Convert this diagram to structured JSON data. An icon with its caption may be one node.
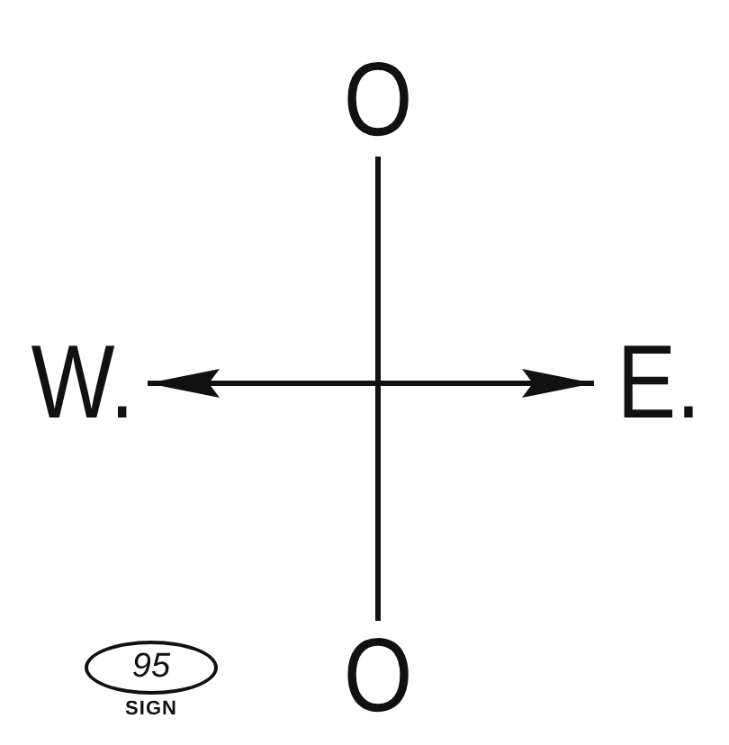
{
  "diagram": {
    "nodes": [
      {
        "text": [
          "O"
        ]
      },
      {
        "text": [
          "O"
        ]
      },
      {
        "text": [
          "W."
        ]
      },
      {
        "text": [
          "E."
        ]
      }
    ],
    "edges": [
      {
        "from": 0,
        "to": 1,
        "arrow": "none"
      },
      {
        "from": 2,
        "to": 3,
        "arrow": "both"
      }
    ],
    "labels": [
      "95",
      "SIGN"
    ]
  }
}
